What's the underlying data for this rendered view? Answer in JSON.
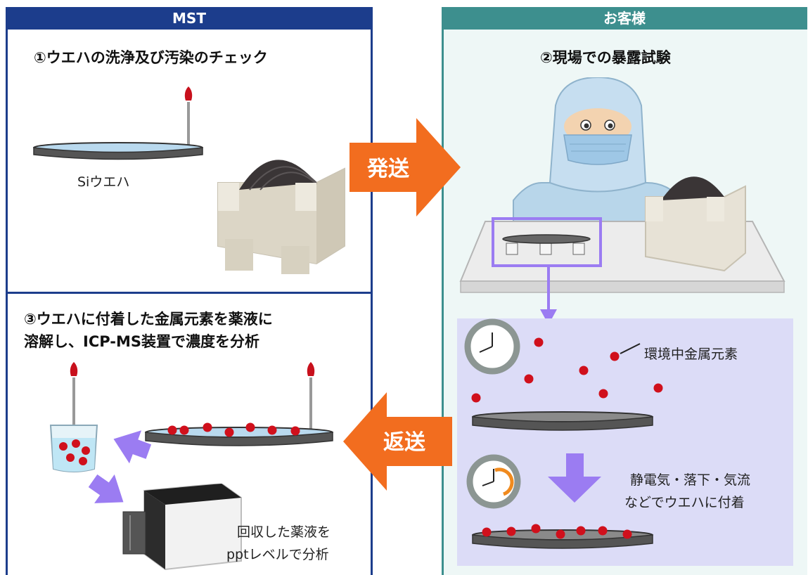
{
  "headers": {
    "mst": "MST",
    "customer": "お客様"
  },
  "steps": {
    "step1": "①ウエハの洗浄及び汚染のチェック",
    "step2": "②現場での暴露試験",
    "step3_line1": "③ウエハに付着した金属元素を薬液に",
    "step3_line2": "溶解し、ICP-MS装置で濃度を分析"
  },
  "arrows": {
    "ship": "発送",
    "return": "返送"
  },
  "labels": {
    "si_wafer": "Siウエハ",
    "env_metal": "環境中金属元素",
    "adhesion_line1": "静電気・落下・気流",
    "adhesion_line2": "などでウエハに付着",
    "analysis_line1": "回収した薬液を",
    "analysis_line2": "pptレベルで分析"
  },
  "colors": {
    "mst_blue": "#1c3d8c",
    "customer_teal": "#3d8f8e",
    "arrow_orange": "#f26d1f",
    "purple": "#9b7cf2",
    "particle_red": "#d0101c",
    "exposure_bg": "#dcdcf7"
  }
}
